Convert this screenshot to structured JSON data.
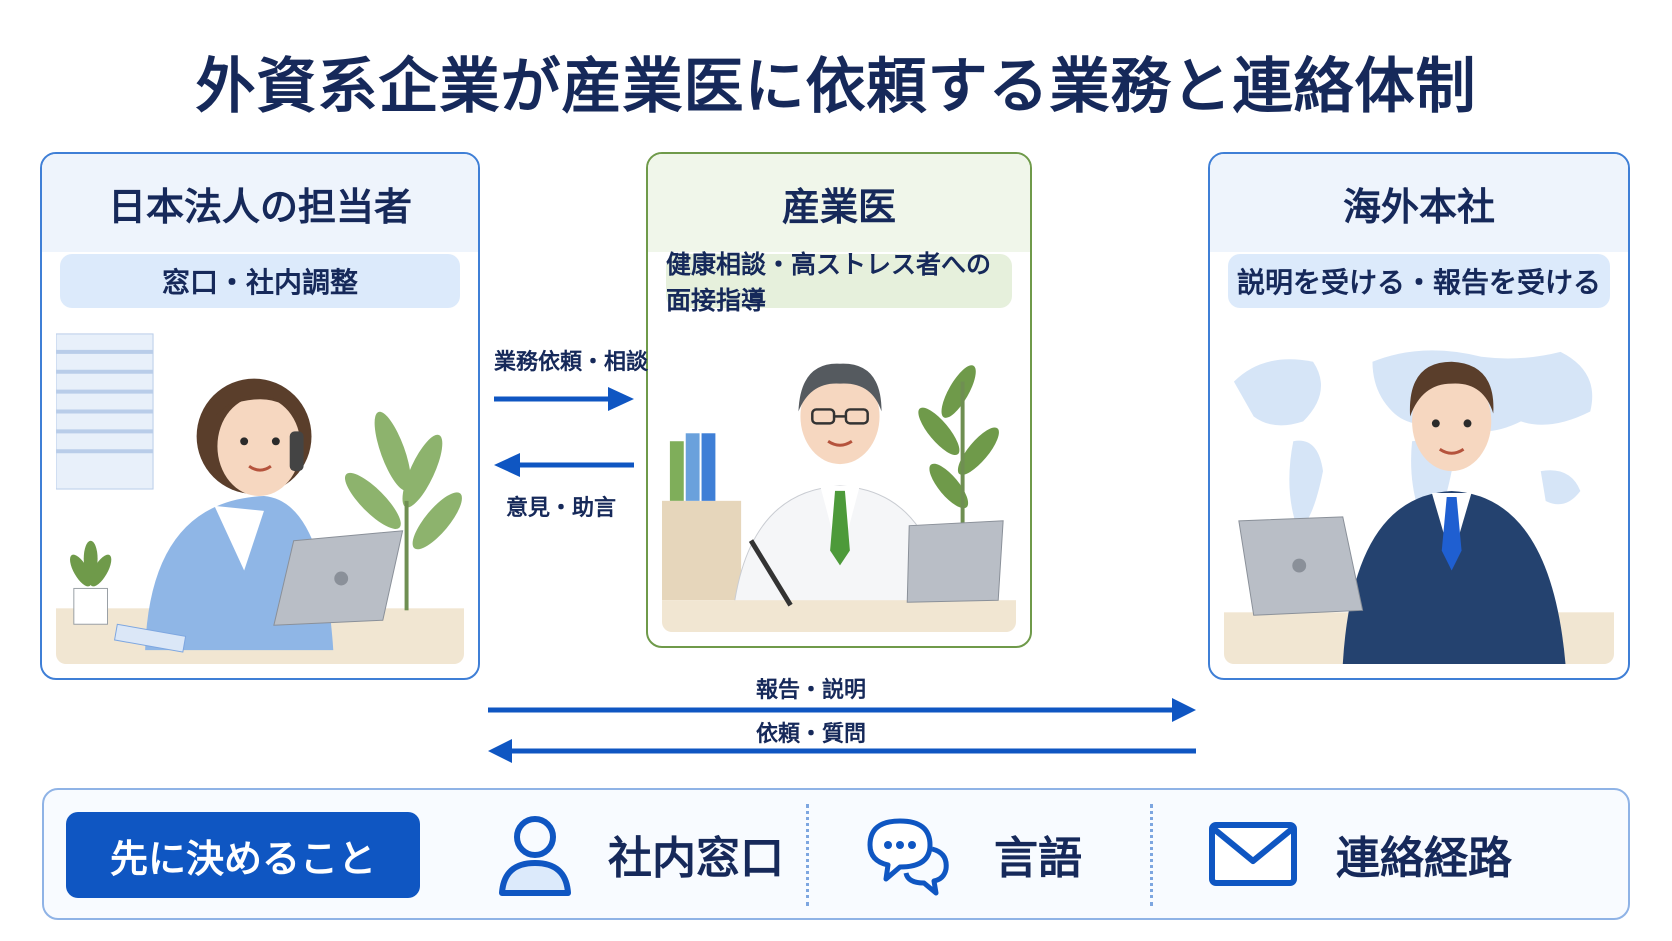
{
  "title": "外資系企業が産業医に依頼する業務と連絡体制",
  "left_card": {
    "title": "日本法人の担当者",
    "role": "窓口・社内調整"
  },
  "center_card": {
    "title": "産業医",
    "role": "健康相談・高ストレス者への面接指導"
  },
  "right_card": {
    "title": "海外本社",
    "role": "説明を受ける・報告を受ける"
  },
  "arrows": {
    "to_doctor": "業務依頼・相談",
    "from_doctor": "意見・助言",
    "to_hq": "報告・説明",
    "from_hq": "依頼・質問"
  },
  "bottom": {
    "heading": "先に決めること",
    "items": [
      {
        "label": "社内窓口",
        "icon": "person-icon"
      },
      {
        "label": "言語",
        "icon": "chat-bubbles-icon"
      },
      {
        "label": "連絡経路",
        "icon": "envelope-icon"
      }
    ]
  },
  "colors": {
    "navy": "#16295a",
    "blue": "#0f56c2",
    "green_border": "#6f9a4a",
    "blue_border": "#3f7fd6"
  }
}
